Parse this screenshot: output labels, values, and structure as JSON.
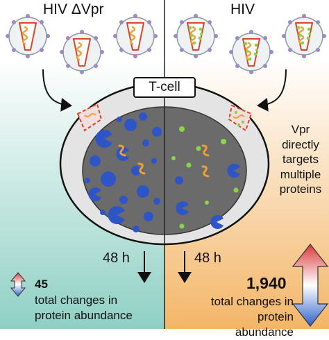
{
  "labels": {
    "left_virus": "HIV ΔVpr",
    "right_virus": "HIV",
    "cell": "T-cell",
    "vpr_note": [
      "Vpr",
      "directly",
      "targets",
      "multiple",
      "proteins"
    ],
    "time_left": "48 h",
    "time_right": "48 h"
  },
  "results": {
    "left_count": "45",
    "left_caption": [
      "total changes in",
      "protein abundance"
    ],
    "right_count": "1,940",
    "right_caption": [
      "total changes in",
      "protein abundance"
    ]
  },
  "colors": {
    "left_bg_top": "#ffffff",
    "left_bg_bottom": "#8fd0c4",
    "right_bg_top": "#ffffff",
    "right_bg_bottom": "#f3b668",
    "cell_outer": "#e4e4e4",
    "nucleus": "#6b6b6b",
    "protein_blue": "#2d55c8",
    "vpr_green": "#8ad44a",
    "rna_orange": "#f0a030",
    "capsid_red": "#d9442e",
    "arrow_up": "#d93a3a",
    "arrow_down": "#2f62c8"
  },
  "icons": [
    "hiv-virion-icon",
    "rna-squiggle-icon",
    "vpr-protein-dot-icon",
    "cell-protein-pacman-icon",
    "bidirectional-arrow-icon"
  ]
}
